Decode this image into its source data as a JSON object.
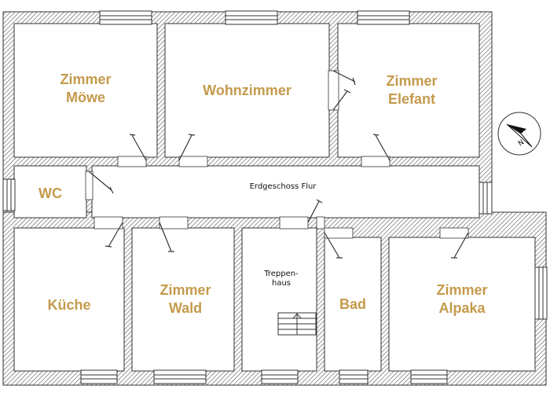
{
  "plan": {
    "rooms": {
      "moewe": "Zimmer\nMöwe",
      "wohnzimmer": "Wohnzimmer",
      "elefant": "Zimmer\nElefant",
      "wc": "WC",
      "kueche": "Küche",
      "wald": "Zimmer\nWald",
      "bad": "Bad",
      "alpaka": "Zimmer\nAlpaka"
    },
    "corridor_label": "Erdgeschoss  Flur",
    "stairs_label": "Treppen-\nhaus",
    "compass_letter": "N"
  },
  "colors": {
    "room_label": "#c49a4c",
    "wall": "#333333",
    "wall_hatch": "#555555"
  }
}
